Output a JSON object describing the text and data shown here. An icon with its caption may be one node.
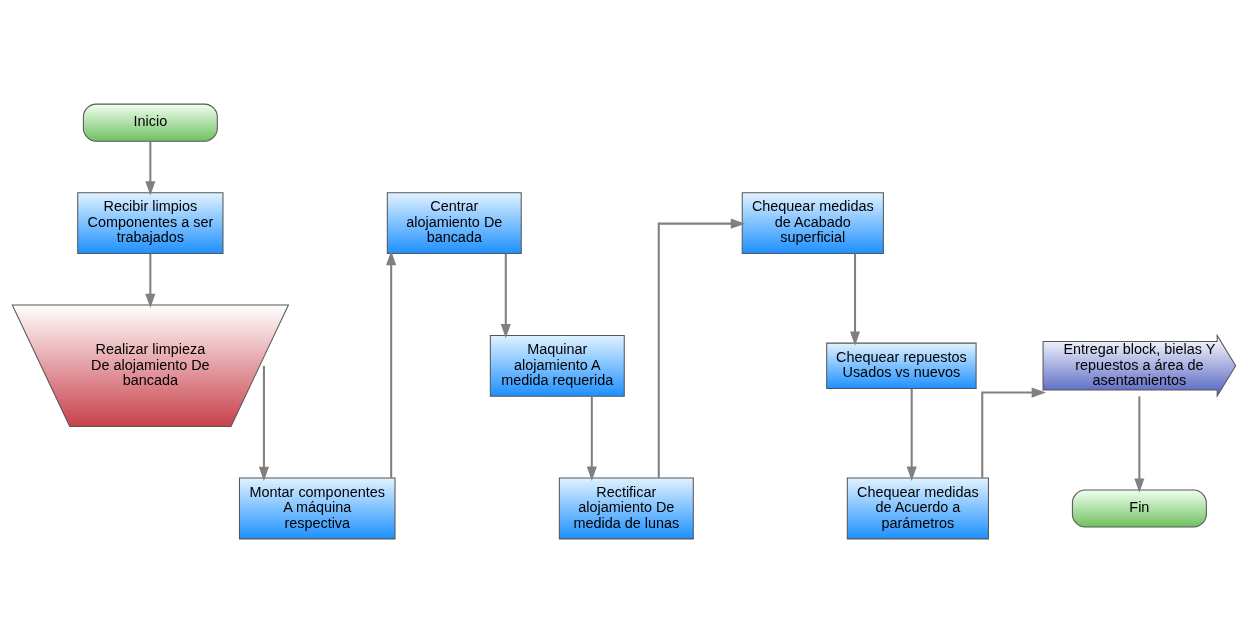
{
  "diagram": {
    "nodes": [
      {
        "text": [
          "Inicio"
        ]
      },
      {
        "text": [
          "Recibir limpios Componentes a ser trabajados"
        ]
      },
      {
        "text": [
          "Realizar limpieza De alojamiento De bancada"
        ]
      },
      {
        "text": [
          "Montar componentes A máquina respectiva"
        ]
      },
      {
        "text": [
          "Centrar alojamiento De bancada"
        ]
      },
      {
        "text": [
          "Maquinar alojamiento A medida requerida"
        ]
      },
      {
        "text": [
          "Rectificar alojamiento De medida de lunas"
        ]
      },
      {
        "text": [
          "Chequear medidas de Acabado superficial"
        ]
      },
      {
        "text": [
          "Chequear repuestos Usados vs nuevos"
        ]
      },
      {
        "text": [
          "Chequear medidas de Acuerdo a parámetros"
        ]
      },
      {
        "text": [
          "Entregar block, bielas Y repuestos a área de asentamientos"
        ]
      },
      {
        "text": [
          "Fin"
        ]
      }
    ],
    "edges": [
      {
        "from": 0,
        "to": 1,
        "arrow": "to"
      },
      {
        "from": 1,
        "to": 2,
        "arrow": "to"
      },
      {
        "from": 2,
        "to": 3,
        "arrow": "to"
      },
      {
        "from": 3,
        "to": 4,
        "arrow": "to"
      },
      {
        "from": 4,
        "to": 5,
        "arrow": "to"
      },
      {
        "from": 5,
        "to": 6,
        "arrow": "to"
      },
      {
        "from": 6,
        "to": 7,
        "arrow": "to"
      },
      {
        "from": 7,
        "to": 8,
        "arrow": "to"
      },
      {
        "from": 8,
        "to": 9,
        "arrow": "to"
      },
      {
        "from": 9,
        "to": 10,
        "arrow": "to"
      },
      {
        "from": 10,
        "to": 11,
        "arrow": "to"
      }
    ]
  }
}
